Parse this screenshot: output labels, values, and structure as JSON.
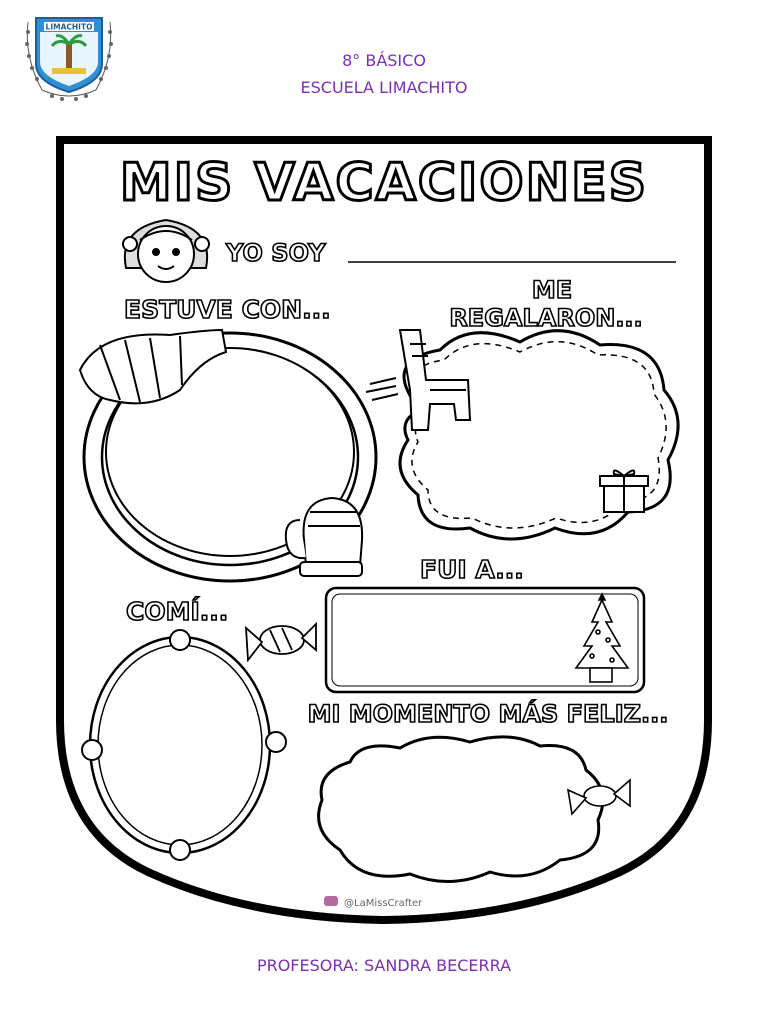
{
  "school_logo": {
    "text": "LIMACHITO"
  },
  "header": {
    "grade": "8° BÁSICO",
    "school": "ESCUELA LIMACHITO"
  },
  "worksheet": {
    "title": "MIS VACACIONES",
    "yo_soy": "YO SOY",
    "estuve_con": "ESTUVE CON...",
    "me": "ME",
    "regalaron": "REGALARON...",
    "fui_a": "FUI A...",
    "comi": "COMÍ...",
    "momento": "MI MOMENTO MÁS FELIZ...",
    "credit": "@LaMissCrafter"
  },
  "footer": {
    "teacher": "PROFESORA: SANDRA BECERRA"
  }
}
